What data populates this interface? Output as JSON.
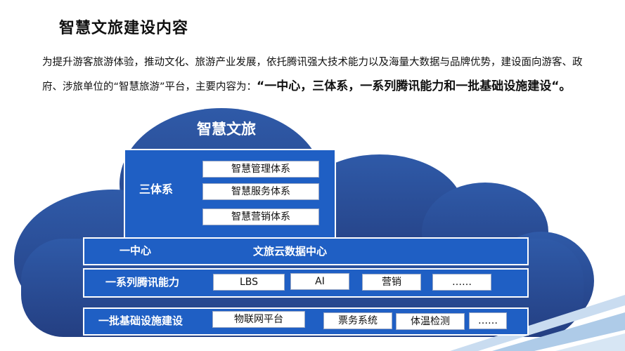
{
  "page_title": "智慧文旅建设内容",
  "intro": {
    "paragraph": "为提升游客旅游体验，推动文化、旅游产业发展，依托腾讯强大技术能力以及海量大数据与品牌优势，建设面向游客、政府、涉旅单位的“智慧旅游”平台，主要内容为：",
    "highlight": "“一中心，三体系，一系列腾讯能力和一批基础设施建设“。"
  },
  "diagram": {
    "title": "智慧文旅",
    "three_systems": {
      "label": "三体系",
      "items": [
        "智慧管理体系",
        "智慧服务体系",
        "智慧营销体系"
      ]
    },
    "one_center": {
      "label": "一中心",
      "value": "文旅云数据中心"
    },
    "tencent_capabilities": {
      "label": "一系列腾讯能力",
      "items": [
        "LBS",
        "AI",
        "营销",
        "……"
      ]
    },
    "infrastructure": {
      "label": "一批基础设施建设",
      "items": [
        "物联网平台",
        "票务系统",
        "体温检测",
        "……"
      ]
    }
  },
  "colors": {
    "cloud_fill": "#2a4f97",
    "box_blue": "#1f5fc4",
    "corner_stripe": "#aecbe8"
  }
}
